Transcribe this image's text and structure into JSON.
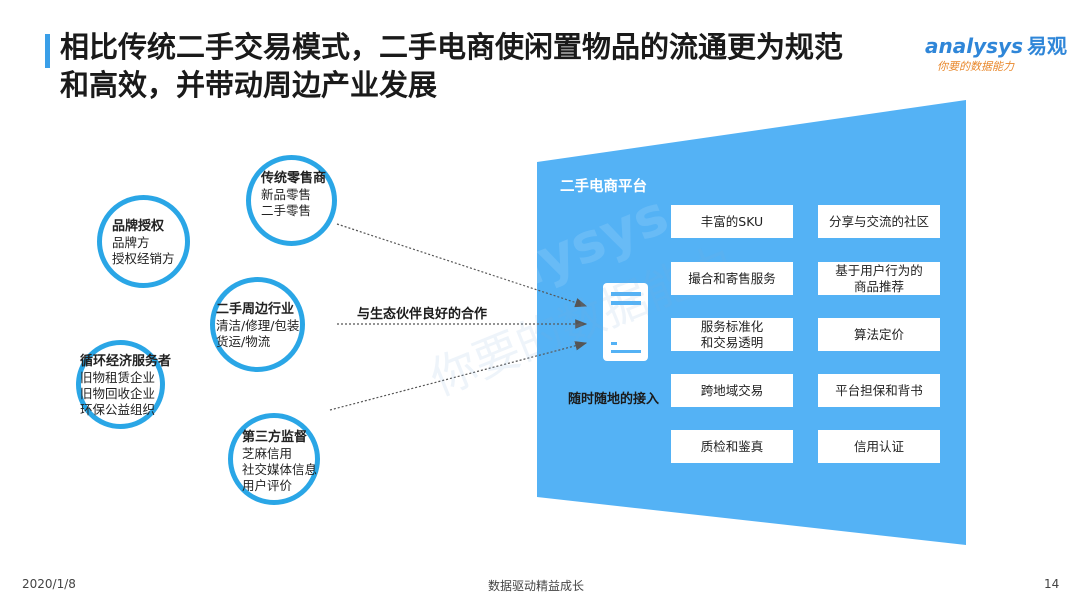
{
  "header": {
    "title_line1": "相比传统二手交易模式，二手电商使闲置物品的流通更为规范",
    "title_line2": "和高效，并带动周边产业发展"
  },
  "logo": {
    "brand": "analysys",
    "brand_cn": "易观",
    "slogan": "你要的数据能力"
  },
  "circles": [
    {
      "id": "brand",
      "title": "品牌授权",
      "items": [
        "品牌方",
        "授权经销方"
      ]
    },
    {
      "id": "retail",
      "title": "传统零售商",
      "items": [
        "新品零售",
        "二手零售"
      ]
    },
    {
      "id": "peripheral",
      "title": "二手周边行业",
      "items": [
        "清洁/修理/包装",
        "货运/物流"
      ]
    },
    {
      "id": "circular",
      "title": "循环经济服务者",
      "items": [
        "旧物租赁企业",
        "旧物回收企业",
        "环保公益组织"
      ]
    },
    {
      "id": "thirdparty",
      "title": "第三方监督",
      "items": [
        "芝麻信用",
        "社交媒体信息",
        "用户评价"
      ]
    }
  ],
  "partner_label": "与生态伙伴良好的合作",
  "platform": {
    "title": "二手电商平台",
    "access_label": "随时随地的接入",
    "features_left": [
      "丰富的SKU",
      "撮合和寄售服务",
      "服务标准化\n和交易透明",
      "跨地域交易",
      "质检和鉴真"
    ],
    "features_right": [
      "分享与交流的社区",
      "基于用户行为的\n商品推荐",
      "算法定价",
      "平台担保和背书",
      "信用认证"
    ]
  },
  "footer": {
    "date": "2020/1/8",
    "center": "数据驱动精益成长",
    "page": "14"
  },
  "colors": {
    "accent": "#3a9fe8",
    "circle_border": "#2aa6e6",
    "platform_fill": "#54b2f5",
    "arrow": "#555555"
  }
}
